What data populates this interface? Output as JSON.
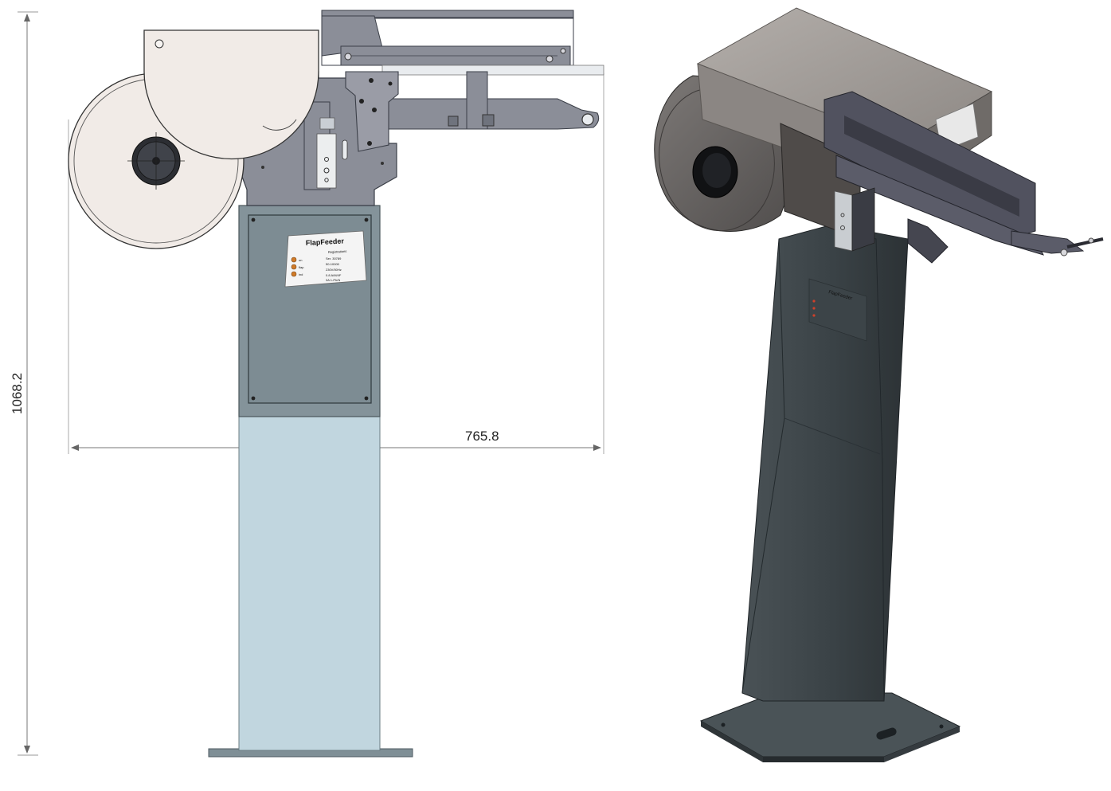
{
  "dimensions": {
    "height_label": "1068.2",
    "width_label": "765.8"
  },
  "front_view": {
    "nameplate_title": "FlapFeeder",
    "nameplate_subtitle": "Registrations",
    "nameplate_rows": [
      {
        "led": "on",
        "left": "on",
        "right": "Ser. 30789"
      },
      {
        "led": "flap",
        "left": "flap",
        "right": "50-10000"
      },
      {
        "led": "ind",
        "left": "ind",
        "right": "230V/50Hz"
      }
    ],
    "nameplate_footer": [
      "0.8 A/M/I/F",
      "3A 1-Ph/N"
    ]
  },
  "iso_view": {
    "nameplate_title": "FlapFeeder"
  },
  "colors": {
    "housing": "#8b8e98",
    "disc": "#f1ebe7",
    "pedestal": "#84939a",
    "column": "#c1d6df",
    "dark_steel": "#3d4448",
    "cover_grey": "#a19c98",
    "arm_purple": "#51525f",
    "led_orange": "#d07a28"
  }
}
